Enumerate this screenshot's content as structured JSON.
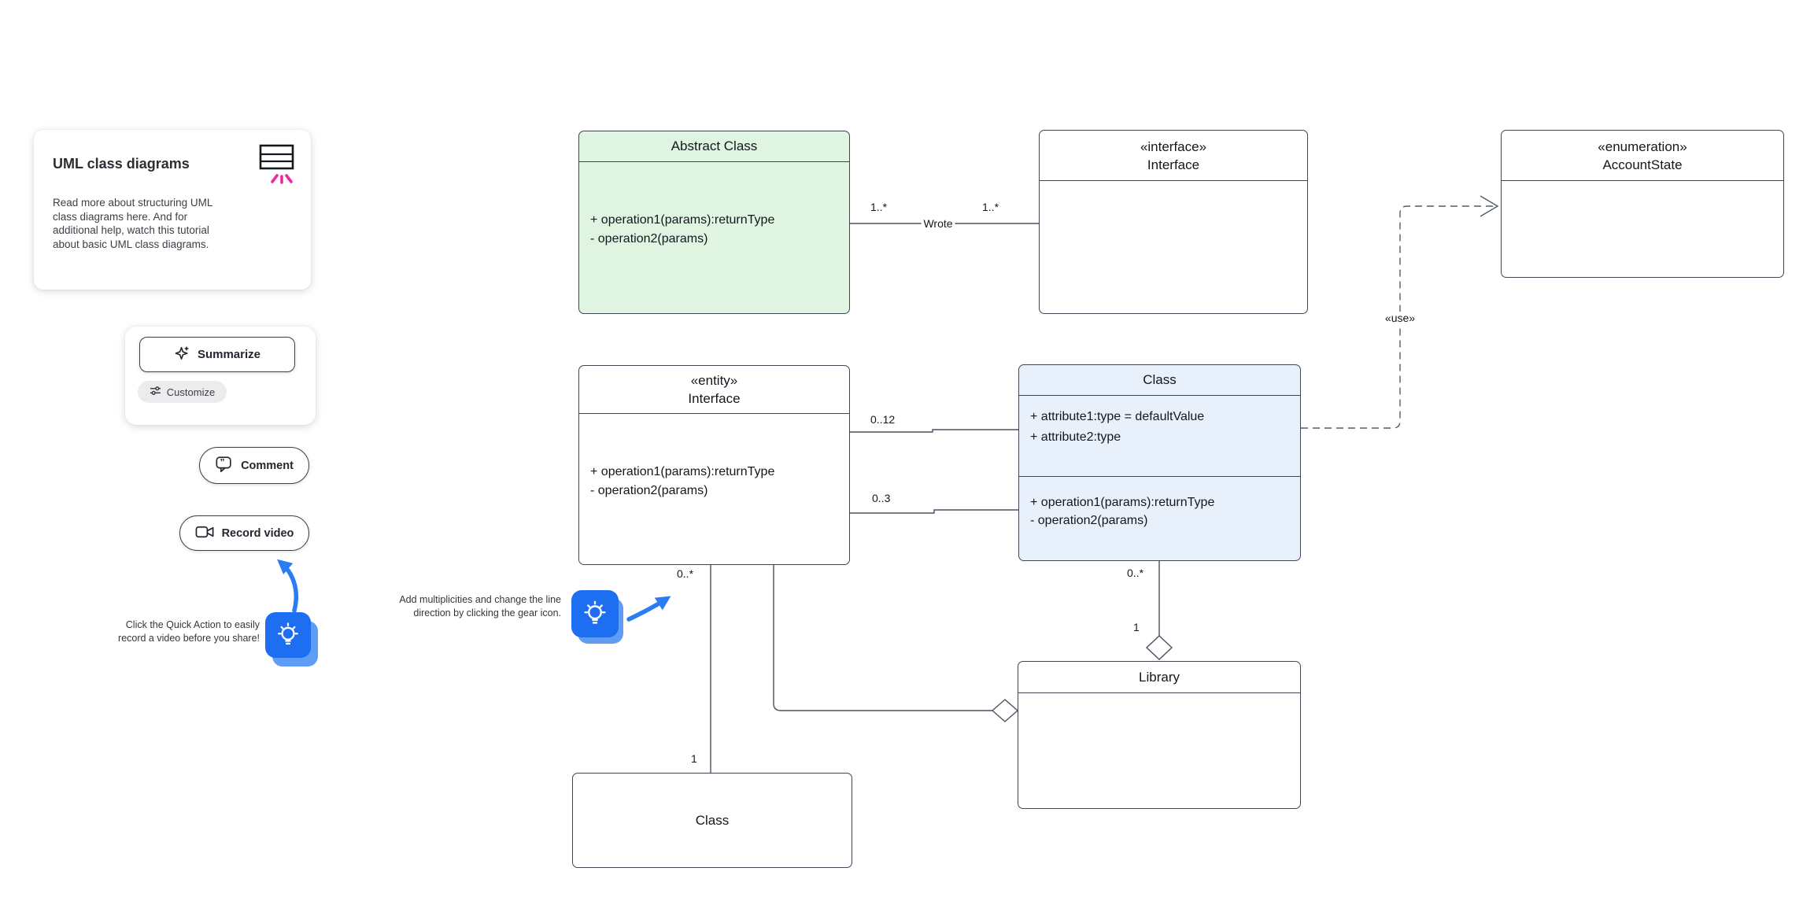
{
  "info_card": {
    "title": "UML class diagrams",
    "body_lines": [
      "Read more about structuring UML",
      "class diagrams here. And for",
      "additional help, watch this tutorial",
      "about basic UML class diagrams."
    ]
  },
  "quick_actions": {
    "summarize_label": "Summarize",
    "customize_label": "Customize",
    "comment_label": "Comment",
    "record_video_label": "Record video"
  },
  "tips": {
    "record_tip_lines": [
      "Click the Quick Action to easily",
      "record a video before you share!"
    ],
    "multiplicity_tip_lines": [
      "Add multiplicities and change the line",
      "direction by clicking the gear icon."
    ]
  },
  "diagram": {
    "abstract_class": {
      "title": "Abstract Class",
      "operations": [
        "+ operation1(params):returnType",
        "- operation2(params)"
      ]
    },
    "interface": {
      "stereotype": "«interface»",
      "name": "Interface"
    },
    "enumeration": {
      "stereotype": "«enumeration»",
      "name": "AccountState"
    },
    "entity": {
      "stereotype": "«entity»",
      "name": "Interface",
      "operations": [
        "+ operation1(params):returnType",
        "- operation2(params)"
      ]
    },
    "class_detail": {
      "title": "Class",
      "attributes": [
        "+ attribute1:type = defaultValue",
        "+ attribute2:type"
      ],
      "operations": [
        "+ operation1(params):returnType",
        "- operation2(params)"
      ]
    },
    "library": {
      "title": "Library"
    },
    "class_simple": {
      "title": "Class"
    },
    "edge_labels": {
      "wrote_source_mult": "1..*",
      "wrote_name": "Wrote",
      "wrote_target_mult": "1..*",
      "assoc_top_mult": "0..12",
      "assoc_bottom_mult": "0..3",
      "entity_class_source_mult": "0..*",
      "entity_class_target_mult": "1",
      "class_library_source_mult": "0..*",
      "class_library_target_mult": "1",
      "use_label": "«use»"
    },
    "colors": {
      "box_border": "#3f4753",
      "abstract_fill": "#dff4e1",
      "class_fill": "#e8f0fb",
      "accent_blue": "#2b7bf3",
      "sticker_blue": "#1d6ef0",
      "pink_accent": "#ee29a5"
    }
  }
}
